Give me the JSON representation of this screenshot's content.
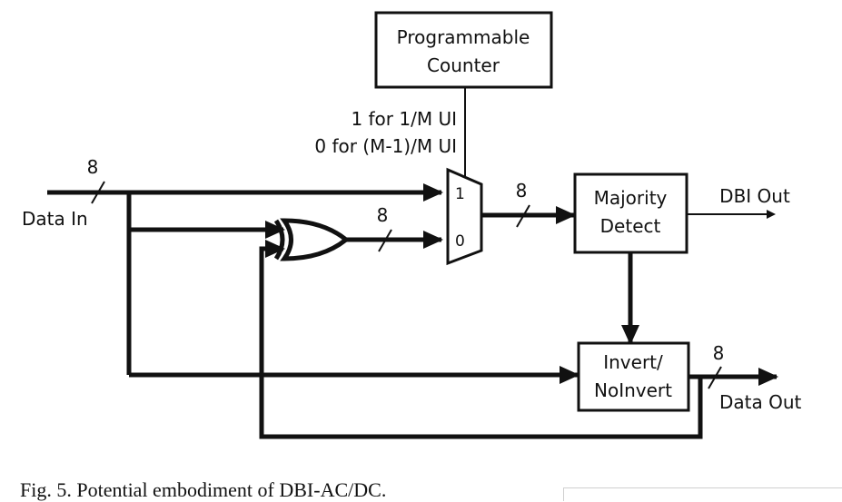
{
  "blocks": {
    "counter_line1": "Programmable",
    "counter_line2": "Counter",
    "majority_line1": "Majority",
    "majority_line2": "Detect",
    "invert_line1": "Invert/",
    "invert_line2": "NoInvert"
  },
  "mux": {
    "input1": "1",
    "input0": "0",
    "select_line1": "1 for 1/M UI",
    "select_line2": "0 for (M-1)/M UI"
  },
  "signals": {
    "data_in": "Data In",
    "dbi_out": "DBI Out",
    "data_out": "Data Out"
  },
  "bus_widths": {
    "data_in": "8",
    "xor_out": "8",
    "mux_out": "8",
    "data_out": "8"
  },
  "caption": "Fig. 5.    Potential embodiment of DBI-AC/DC."
}
